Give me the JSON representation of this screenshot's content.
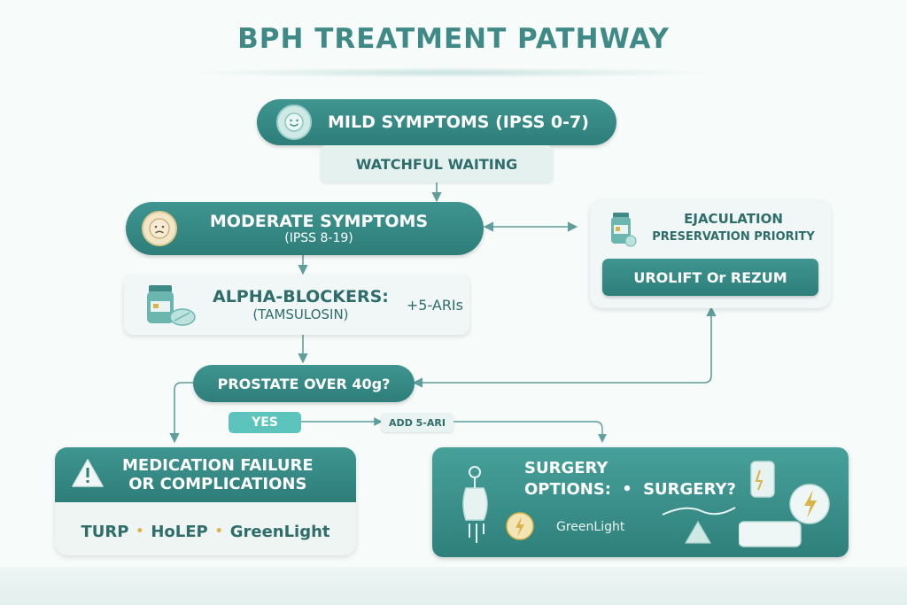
{
  "title": "BPH TREATMENT PATHWAY",
  "mild": {
    "label": "MILD SYMPTOMS (IPSS 0-7)",
    "sub": "WATCHFUL WAITING"
  },
  "moderate": {
    "line1": "MODERATE SYMPTOMS",
    "line2": "(IPSS 8-19)"
  },
  "alpha": {
    "line1": "ALPHA-BLOCKERS:",
    "line2": "(TAMSULOSIN)",
    "extra": "+5-ARIs"
  },
  "decision": {
    "label": "PROSTATE OVER 40g?",
    "yes": "YES",
    "add": "ADD 5-ARI"
  },
  "ejaculation": {
    "line1": "EJACULATION",
    "line2": "PRESERVATION PRIORITY",
    "button": "UROLIFT Or REZUM"
  },
  "failure": {
    "line1": "MEDICATION FAILURE",
    "line2": "OR COMPLICATIONS",
    "options": [
      "TURP",
      "HoLEP",
      "GreenLight"
    ],
    "separator": "•"
  },
  "surgery": {
    "line1": "SURGERY",
    "line2": "OPTIONS:",
    "extra": "SURGERY?",
    "bullet": "•",
    "greenlight": "GreenLight"
  },
  "icons": {
    "mild": "smiley-face-icon",
    "moderate": "worried-face-icon",
    "medication": "pill-bottle-icon",
    "warning": "warning-icon",
    "surgery": "surgery-equipment-icon"
  },
  "colors": {
    "primary": "#2e7e7a",
    "light": "#e4f1ef",
    "accent_yes": "#5cc4bd",
    "gold": "#d9b44a"
  }
}
